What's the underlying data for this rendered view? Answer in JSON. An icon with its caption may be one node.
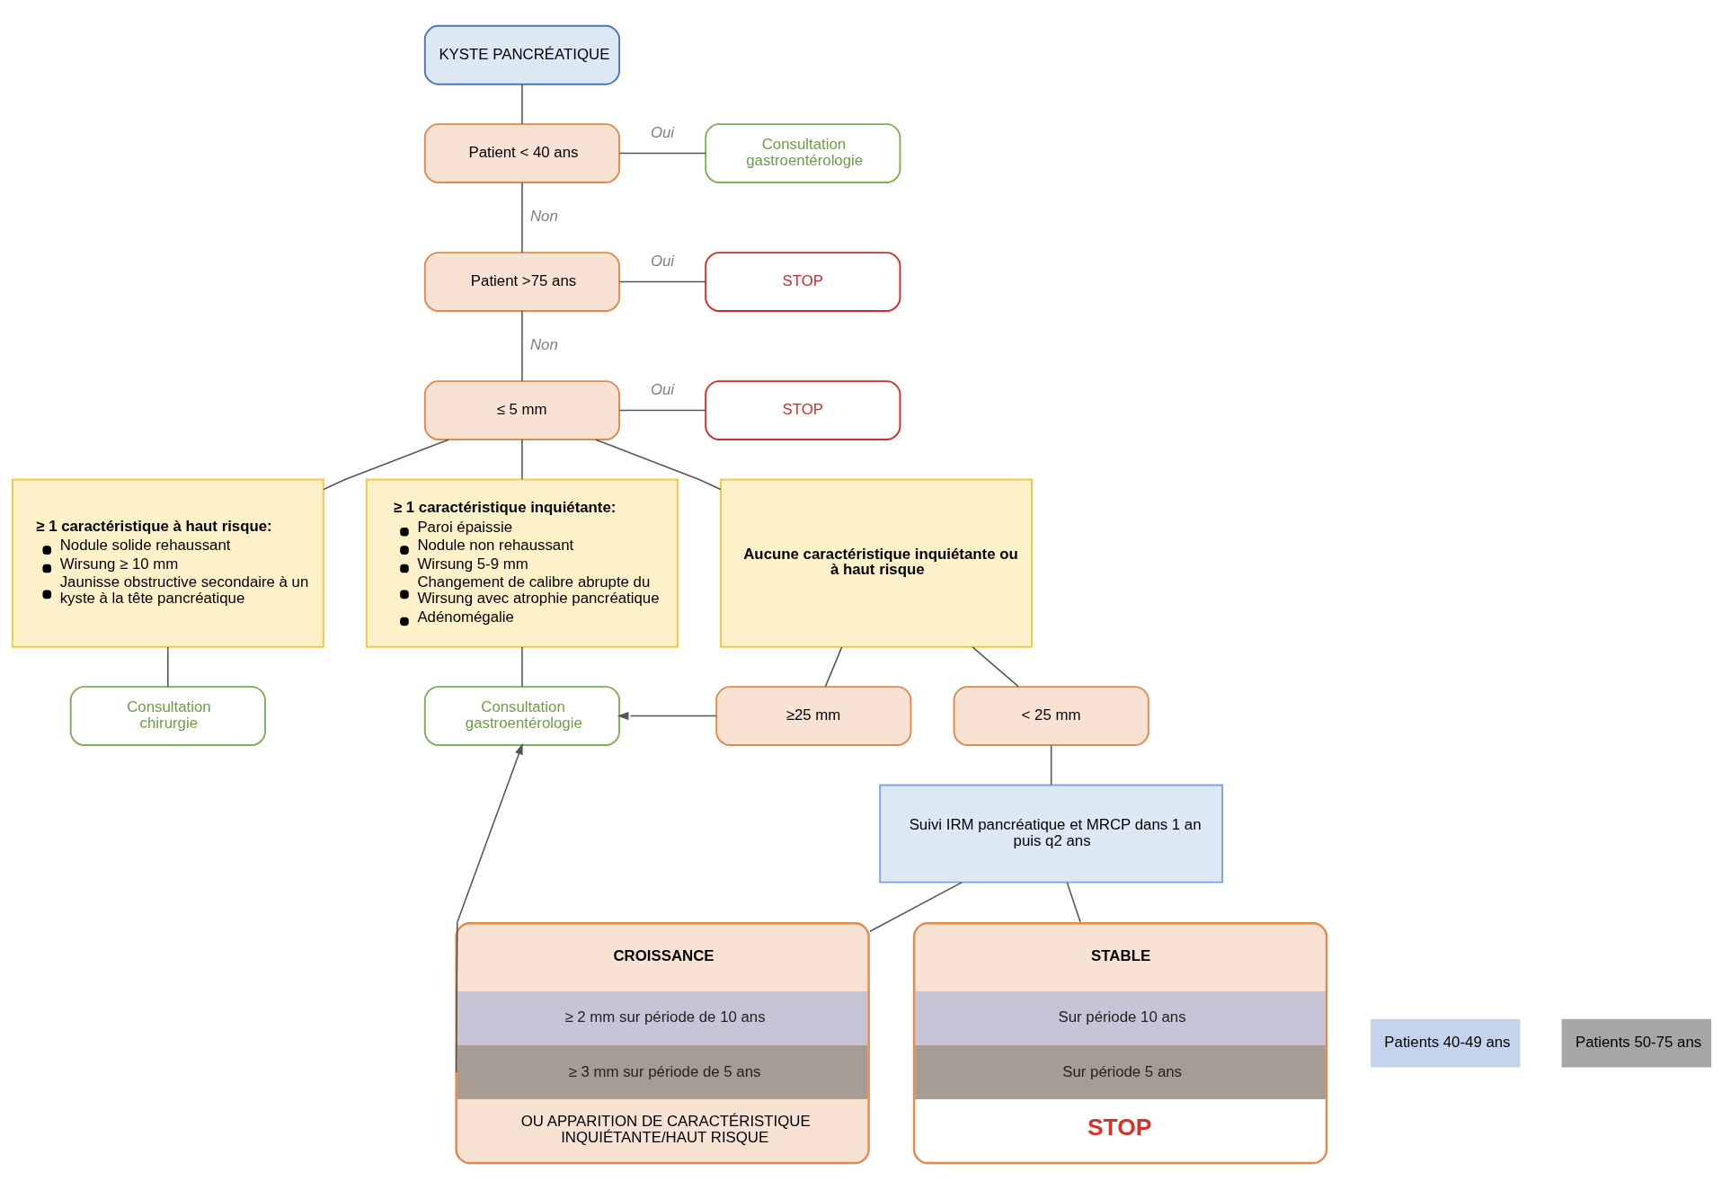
{
  "diagram": {
    "nodes": [
      {
        "text": [
          "KYSTE PANCRÉATIQUE"
        ]
      },
      {
        "text": [
          "Patient < 40 ans"
        ]
      },
      {
        "text": [
          "Consultation gastroentérologie"
        ]
      },
      {
        "text": [
          "Patient >75 ans"
        ]
      },
      {
        "text": [
          "STOP"
        ]
      },
      {
        "text": [
          "≤ 5 mm"
        ]
      },
      {
        "text": [
          "STOP"
        ]
      },
      {
        "text": [
          "≥ 1 caractéristique à haut risque:",
          "Nodule solide rehaussant",
          "Wirsung ≥ 10 mm",
          "Jaunisse obstructive secondaire à un kyste à la tête pancréatique"
        ]
      },
      {
        "text": [
          "≥ 1 caractéristique inquiétante:",
          "Paroi épaissie",
          "Nodule non rehaussant",
          "Wirsung 5-9 mm",
          "Changement de calibre abrupte du Wirsung avec atrophie pancréatique",
          "Adénomégalie"
        ]
      },
      {
        "text": [
          "Aucune caractéristique inquiétante ou à haut risque"
        ]
      },
      {
        "text": [
          "Consultation chirurgie"
        ]
      },
      {
        "text": [
          "Consultation gastroentérologie"
        ]
      },
      {
        "text": [
          "≥25 mm"
        ]
      },
      {
        "text": [
          "< 25 mm"
        ]
      },
      {
        "text": [
          "Suivi IRM pancréatique et MRCP dans 1 an puis q2 ans"
        ]
      },
      {
        "text": [
          "CROISSANCE",
          "≥ 2 mm sur période de 10 ans",
          "≥ 3 mm sur période de 5 ans",
          "OU APPARITION DE CARACTÉRISTIQUE INQUIÉTANTE/HAUT RISQUE"
        ]
      },
      {
        "text": [
          "STABLE",
          "Sur période 10 ans",
          "Sur période 5 ans",
          "STOP"
        ]
      },
      {
        "text": [
          "Patients 40-49 ans"
        ]
      },
      {
        "text": [
          "Patients 50-75 ans"
        ]
      }
    ],
    "edges": [
      {
        "from": 0,
        "to": 1,
        "arrow": "none"
      },
      {
        "from": 1,
        "to": 2,
        "arrow": "none",
        "label": "Oui"
      },
      {
        "from": 1,
        "to": 3,
        "arrow": "none",
        "label": "Non"
      },
      {
        "from": 3,
        "to": 4,
        "arrow": "none",
        "label": "Oui"
      },
      {
        "from": 3,
        "to": 5,
        "arrow": "none",
        "label": "Non"
      },
      {
        "from": 5,
        "to": 6,
        "arrow": "none",
        "label": "Oui"
      },
      {
        "from": 5,
        "to": 7,
        "arrow": "none"
      },
      {
        "from": 5,
        "to": 8,
        "arrow": "none"
      },
      {
        "from": 5,
        "to": 9,
        "arrow": "none"
      },
      {
        "from": 7,
        "to": 10,
        "arrow": "none"
      },
      {
        "from": 8,
        "to": 11,
        "arrow": "none"
      },
      {
        "from": 9,
        "to": 12,
        "arrow": "none"
      },
      {
        "from": 9,
        "to": 13,
        "arrow": "none"
      },
      {
        "from": 12,
        "to": 11,
        "arrow": "to"
      },
      {
        "from": 13,
        "to": 14,
        "arrow": "none"
      },
      {
        "from": 14,
        "to": 15,
        "arrow": "none"
      },
      {
        "from": 14,
        "to": 16,
        "arrow": "none"
      },
      {
        "from": 15,
        "to": 11,
        "arrow": "to"
      }
    ]
  }
}
